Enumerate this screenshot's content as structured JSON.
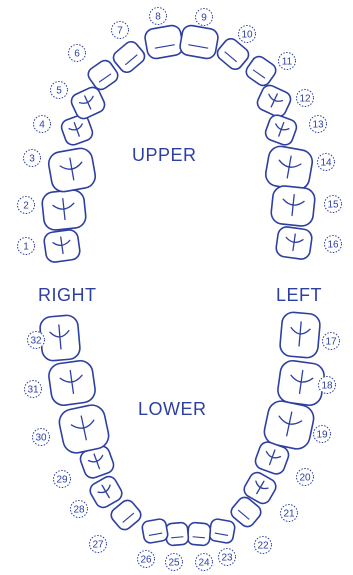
{
  "labels": {
    "upper": "UPPER",
    "lower": "LOWER",
    "right": "RIGHT",
    "left": "LEFT"
  },
  "colors": {
    "ink": "#2d3fa0",
    "number_ring": "#2d3fa0"
  },
  "teeth": [
    {
      "number": "1"
    },
    {
      "number": "2"
    },
    {
      "number": "3"
    },
    {
      "number": "4"
    },
    {
      "number": "5"
    },
    {
      "number": "6"
    },
    {
      "number": "7"
    },
    {
      "number": "8"
    },
    {
      "number": "9"
    },
    {
      "number": "10"
    },
    {
      "number": "11"
    },
    {
      "number": "12"
    },
    {
      "number": "13"
    },
    {
      "number": "14"
    },
    {
      "number": "15"
    },
    {
      "number": "16"
    },
    {
      "number": "17"
    },
    {
      "number": "18"
    },
    {
      "number": "19"
    },
    {
      "number": "20"
    },
    {
      "number": "21"
    },
    {
      "number": "22"
    },
    {
      "number": "23"
    },
    {
      "number": "24"
    },
    {
      "number": "25"
    },
    {
      "number": "26"
    },
    {
      "number": "27"
    },
    {
      "number": "28"
    },
    {
      "number": "29"
    },
    {
      "number": "30"
    },
    {
      "number": "31"
    },
    {
      "number": "32"
    }
  ]
}
